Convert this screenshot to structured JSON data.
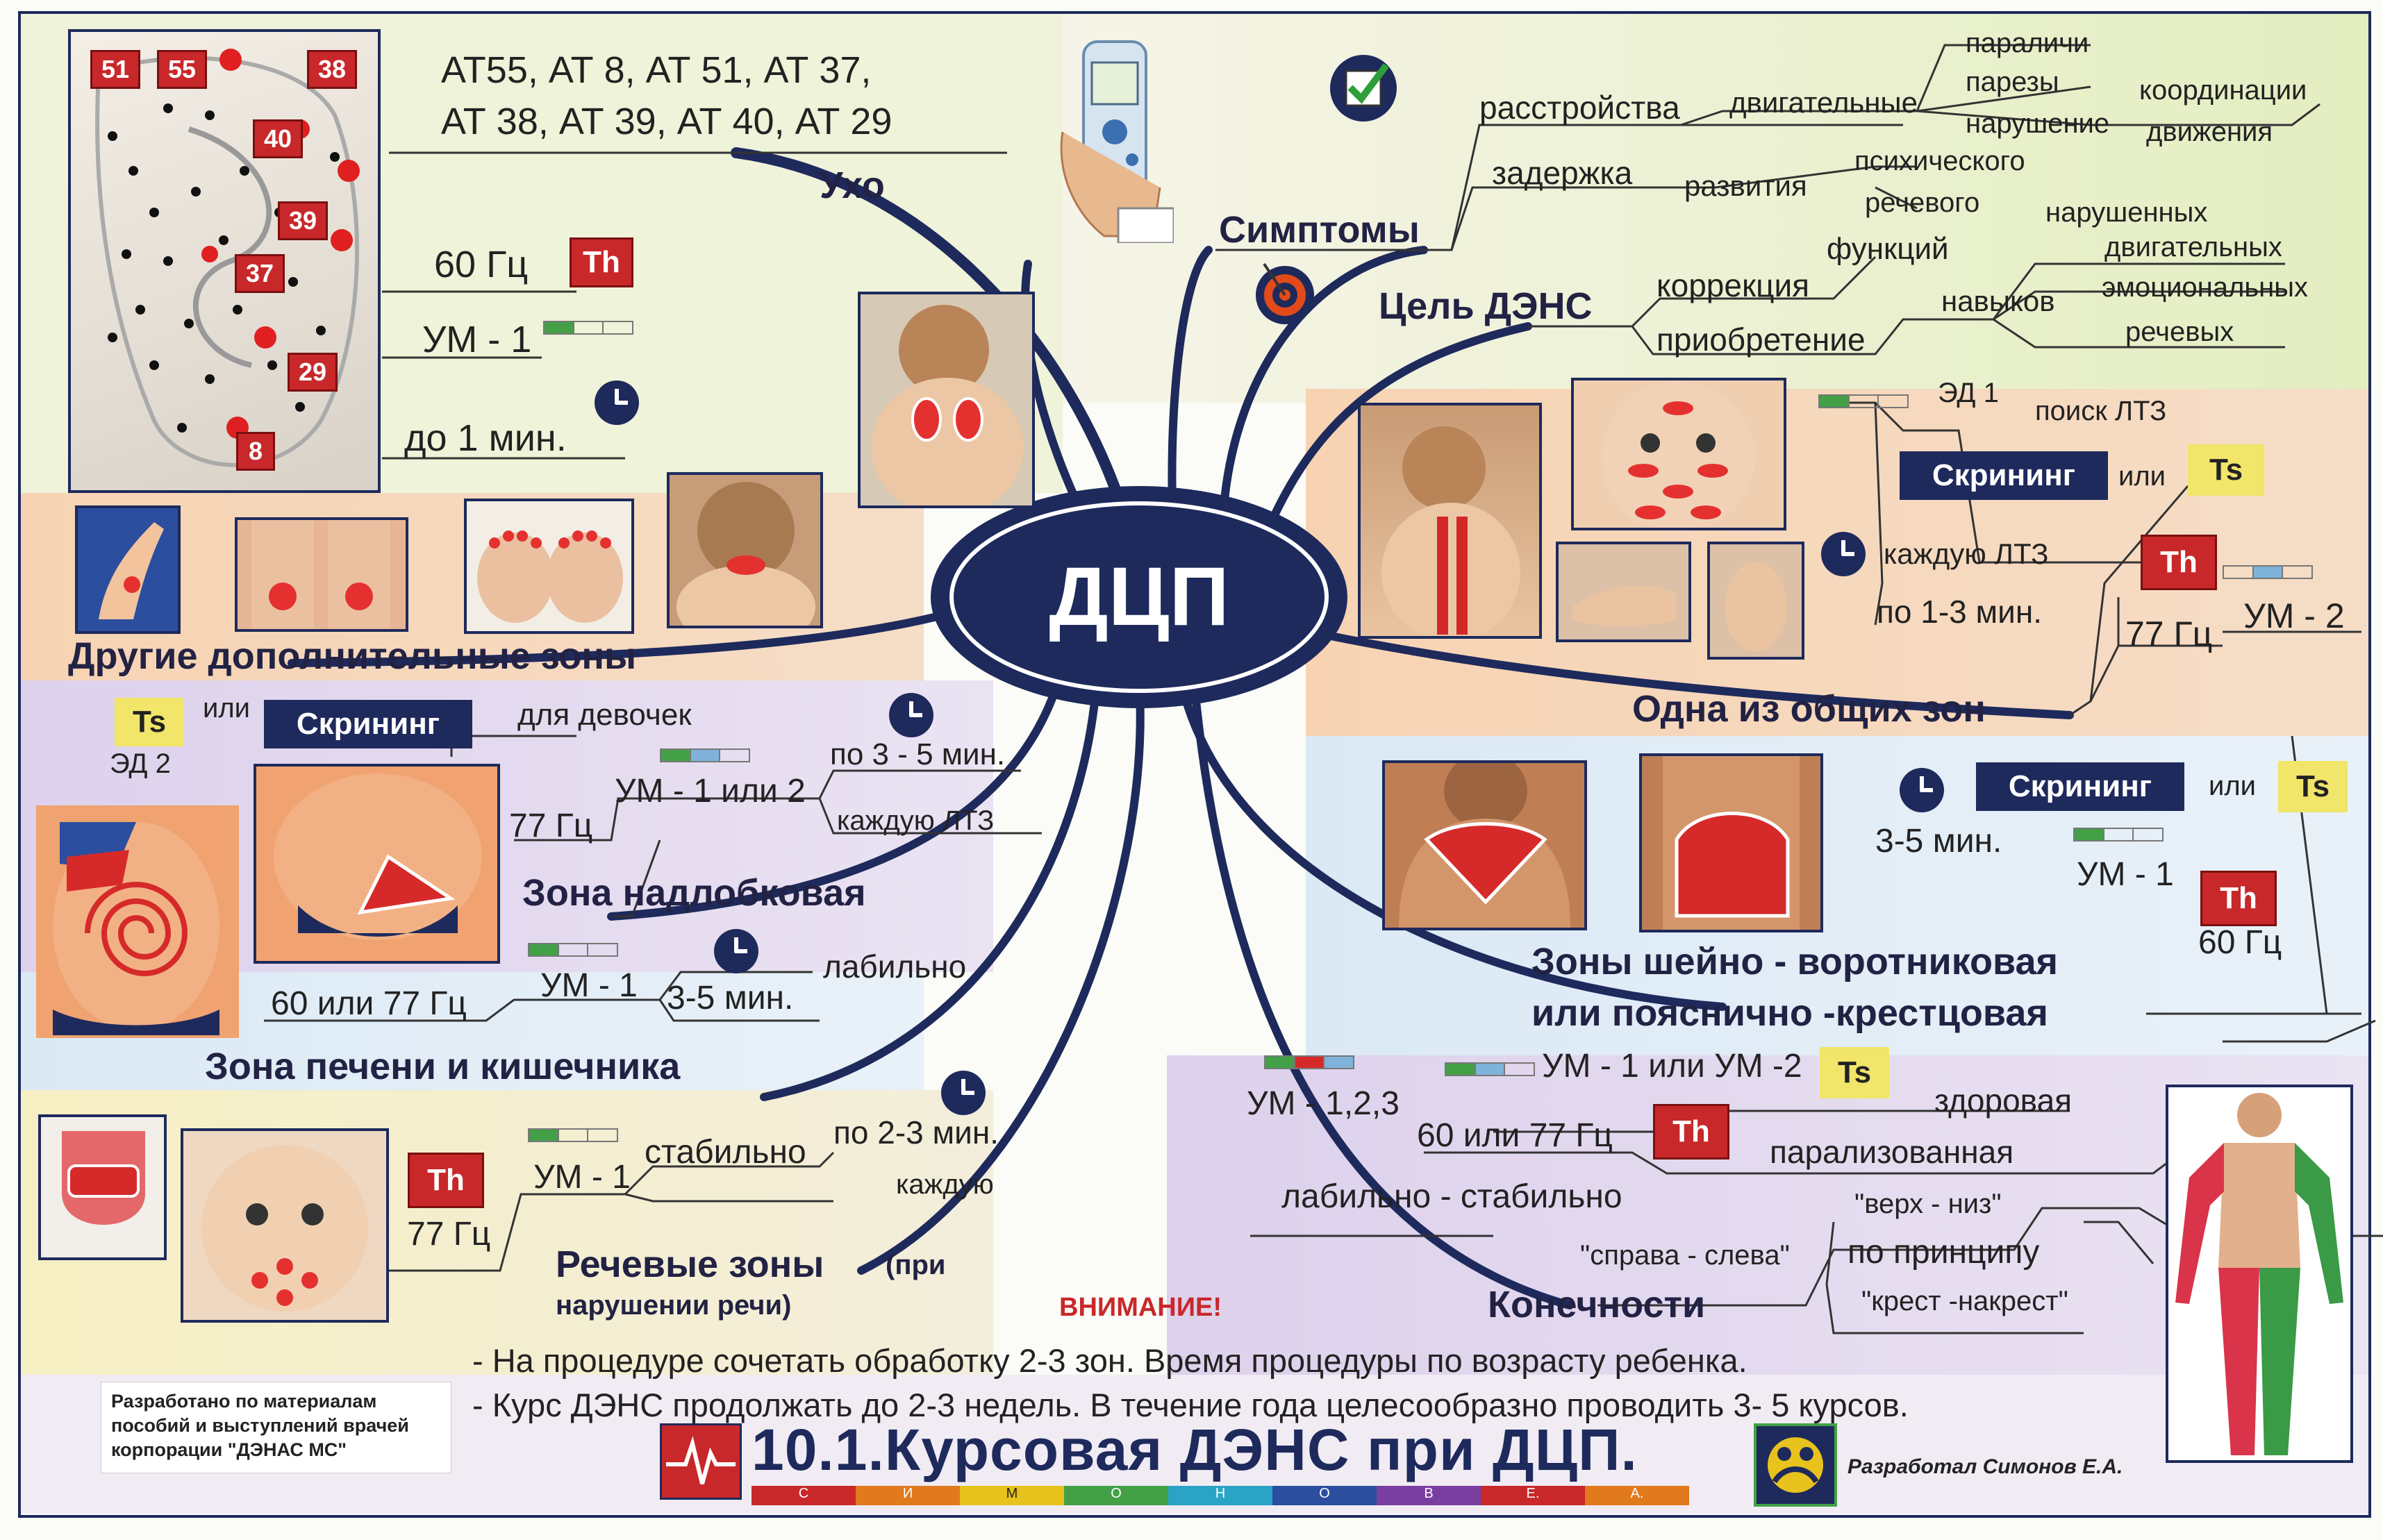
{
  "colors": {
    "navy": "#1e2a5c",
    "red": "#c8282a",
    "yellow": "#f1e56a",
    "green": "#43a047",
    "blue": "#7fb3d9"
  },
  "center": {
    "title": "ДЦП"
  },
  "ear": {
    "points_line1": "АТ55, АТ 8, АТ 51, АТ 37,",
    "points_line2": "АТ 38, АТ 39, АТ 40, АТ 29",
    "title": "Ухо",
    "freq": "60 Гц",
    "electrode": "Th",
    "mode": "УМ - 1",
    "time": "до 1 мин.",
    "markers": [
      "51",
      "55",
      "38",
      "40",
      "39",
      "37",
      "29",
      "8"
    ]
  },
  "symptoms": {
    "title": "Симптомы",
    "disorders": "расстройства",
    "motor": "двигательные",
    "paralysis": "параличи",
    "paresis": "парезы",
    "impairment": "нарушение",
    "coordination": "координации",
    "movement": "движения",
    "delay": "задержка",
    "development": "развития",
    "mental": "психического",
    "speech": "речевого"
  },
  "goal": {
    "title": "Цель ДЭНС",
    "correction": "коррекция",
    "functions": "функций",
    "acquisition": "приобретение",
    "skills": "навыков",
    "impaired": "нарушенных",
    "motor": "двигательных",
    "emotional": "эмоциональных",
    "speech": "речевых"
  },
  "general_zone": {
    "ed": "ЭД 1",
    "search": "поиск ЛТЗ",
    "screening": "Скрининг",
    "or": "или",
    "ts": "Ts",
    "each": "каждую ЛТЗ",
    "time": "по 1-3 мин.",
    "th": "Th",
    "freq": "77 Гц",
    "mode": "УМ - 2",
    "title": "Одна из общих зон"
  },
  "other_zones": {
    "title": "Другие дополнительные зоны"
  },
  "suprapubic": {
    "ts": "Ts",
    "or": "или",
    "screening": "Скрининг",
    "ed": "ЭД 2",
    "for_girls": "для девочек",
    "time": "по 3 - 5 мин.",
    "mode": "УМ - 1 или 2",
    "freq": "77 Гц",
    "each": "каждую ЛТЗ",
    "title": "Зона надлобковая"
  },
  "liver": {
    "mode": "УМ - 1",
    "time": "3-5 мин.",
    "labile": "лабильно",
    "freq": "60 или 77 Гц",
    "title": "Зона печени и кишечника"
  },
  "neck": {
    "screening": "Скрининг",
    "or": "или",
    "ts": "Ts",
    "time": "3-5 мин.",
    "mode": "УМ - 1",
    "th": "Th",
    "freq": "60 Гц",
    "title1": "Зоны шейно - воротниковая",
    "title2": "или пояснично -крестцовая"
  },
  "speech": {
    "th": "Th",
    "mode": "УМ - 1",
    "stable": "стабильно",
    "time": "по 2-3 мин.",
    "each": "каждую",
    "freq": "77 Гц",
    "title": "Речевые зоны",
    "title_note": "(при",
    "subtitle": "нарушении речи)"
  },
  "limbs": {
    "modes": "УМ - 1,2,3",
    "mode2": "УМ - 1 или УМ -2",
    "ts": "Ts",
    "freq": "60 или 77 Гц",
    "th": "Th",
    "labile_stable": "лабильно - стабильно",
    "healthy": "здоровая",
    "paralyzed": "парализованная",
    "top_bottom": "\"верх - низ\"",
    "right_left": "\"справа - слева\"",
    "principle": "по принципу",
    "cross": "\"крест -накрест\"",
    "title": "Конечности"
  },
  "attention": {
    "title": "ВНИМАНИЕ!",
    "line1": "- На процедуре сочетать обработку 2-3 зон. Время процедуры по возрасту ребенка.",
    "line2": "- Курс ДЭНС продолжать до 2-3 недель. В течение года целесообразно проводить 3- 5 курсов."
  },
  "footer": {
    "credit_left": "Разработано по материалам пособий и выступлений врачей корпорации \"ДЭНАС МС\"",
    "title": "10.1.Курсовая ДЭНС при ДЦП.",
    "author": "Разработал Симонов Е.А.",
    "letters": [
      "С",
      "И",
      "М",
      "О",
      "Н",
      "О",
      "В",
      "Е.",
      "А."
    ]
  }
}
